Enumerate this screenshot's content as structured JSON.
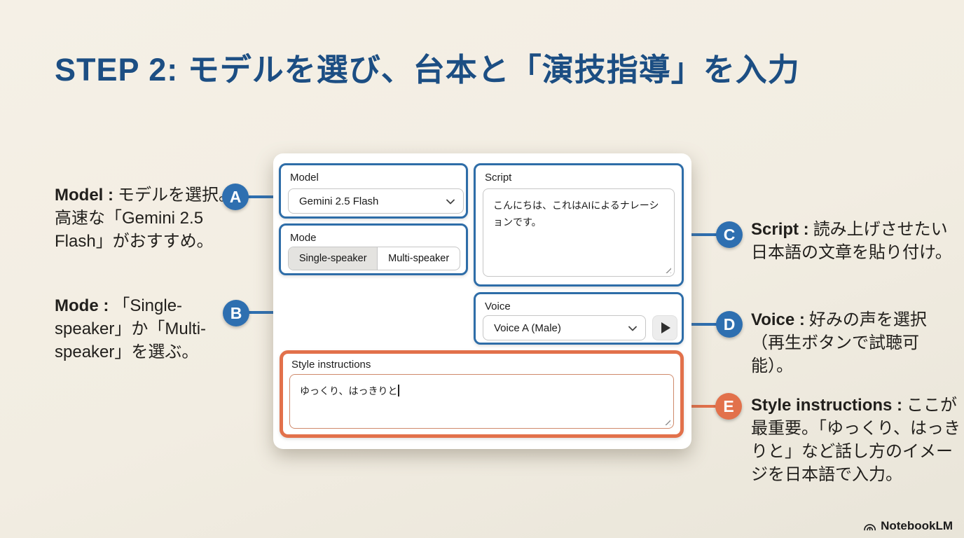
{
  "page": {
    "title": "STEP 2: モデルを選び、台本と「演技指導」を入力",
    "brand": "NotebookLM"
  },
  "annotations": {
    "a": {
      "letter": "A",
      "bold": "Model :",
      "text": "モデルを選択。高速な「Gemini 2.5 Flash」がおすすめ。"
    },
    "b": {
      "letter": "B",
      "bold": "Mode :",
      "text": "「Single-speaker」か「Multi-speaker」を選ぶ。"
    },
    "c": {
      "letter": "C",
      "bold": "Script :",
      "text": "読み上げさせたい日本語の文章を貼り付け。"
    },
    "d": {
      "letter": "D",
      "bold": "Voice :",
      "text": "好みの声を選択（再生ボタンで試聴可能）。"
    },
    "e": {
      "letter": "E",
      "bold": "Style instructions :",
      "text": "ここが最重要。「ゆっくり、はっきりと」など話し方のイメージを日本語で入力。"
    }
  },
  "form": {
    "model": {
      "label": "Model",
      "value": "Gemini 2.5 Flash"
    },
    "mode": {
      "label": "Mode",
      "options": [
        "Single-speaker",
        "Multi-speaker"
      ],
      "selected": "Single-speaker"
    },
    "script": {
      "label": "Script",
      "value": "こんにちは、これはAIによるナレーションです。"
    },
    "voice": {
      "label": "Voice",
      "value": "Voice A (Male)"
    },
    "style": {
      "label": "Style instructions",
      "value": "ゆっくり、はっきりと"
    }
  },
  "icons": {
    "chevron_down": "chevron-down-icon",
    "play": "play-icon",
    "resize_grip": "resize-grip-icon",
    "brand_logo": "notebooklm-logo-icon"
  },
  "colors": {
    "background": "#f2ede2",
    "title_blue": "#1c4e83",
    "accent_blue": "#2e6fb0",
    "accent_orange": "#e2714b",
    "card_white": "#ffffff",
    "selected_segment_gray": "#e4e3e0"
  }
}
